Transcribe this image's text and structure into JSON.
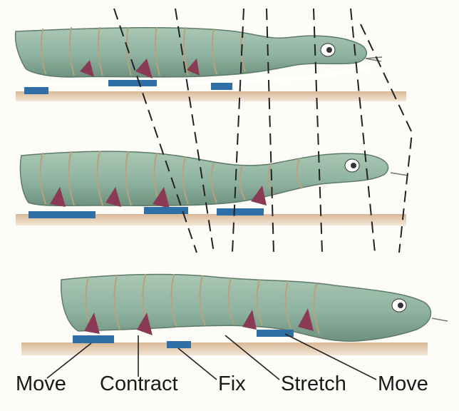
{
  "figure": {
    "colors": {
      "snake_body": "#8fb3a0",
      "snake_stripe": "#b9a27a",
      "muscle": "#8a3a55",
      "scute_plate": "#2f6fa6",
      "ground": "#c9a07c",
      "dashed_guide": "#222222"
    },
    "labels": {
      "move_left": "Move",
      "contract": "Contract",
      "fix": "Fix",
      "stretch": "Stretch",
      "move_right": "Move"
    }
  }
}
